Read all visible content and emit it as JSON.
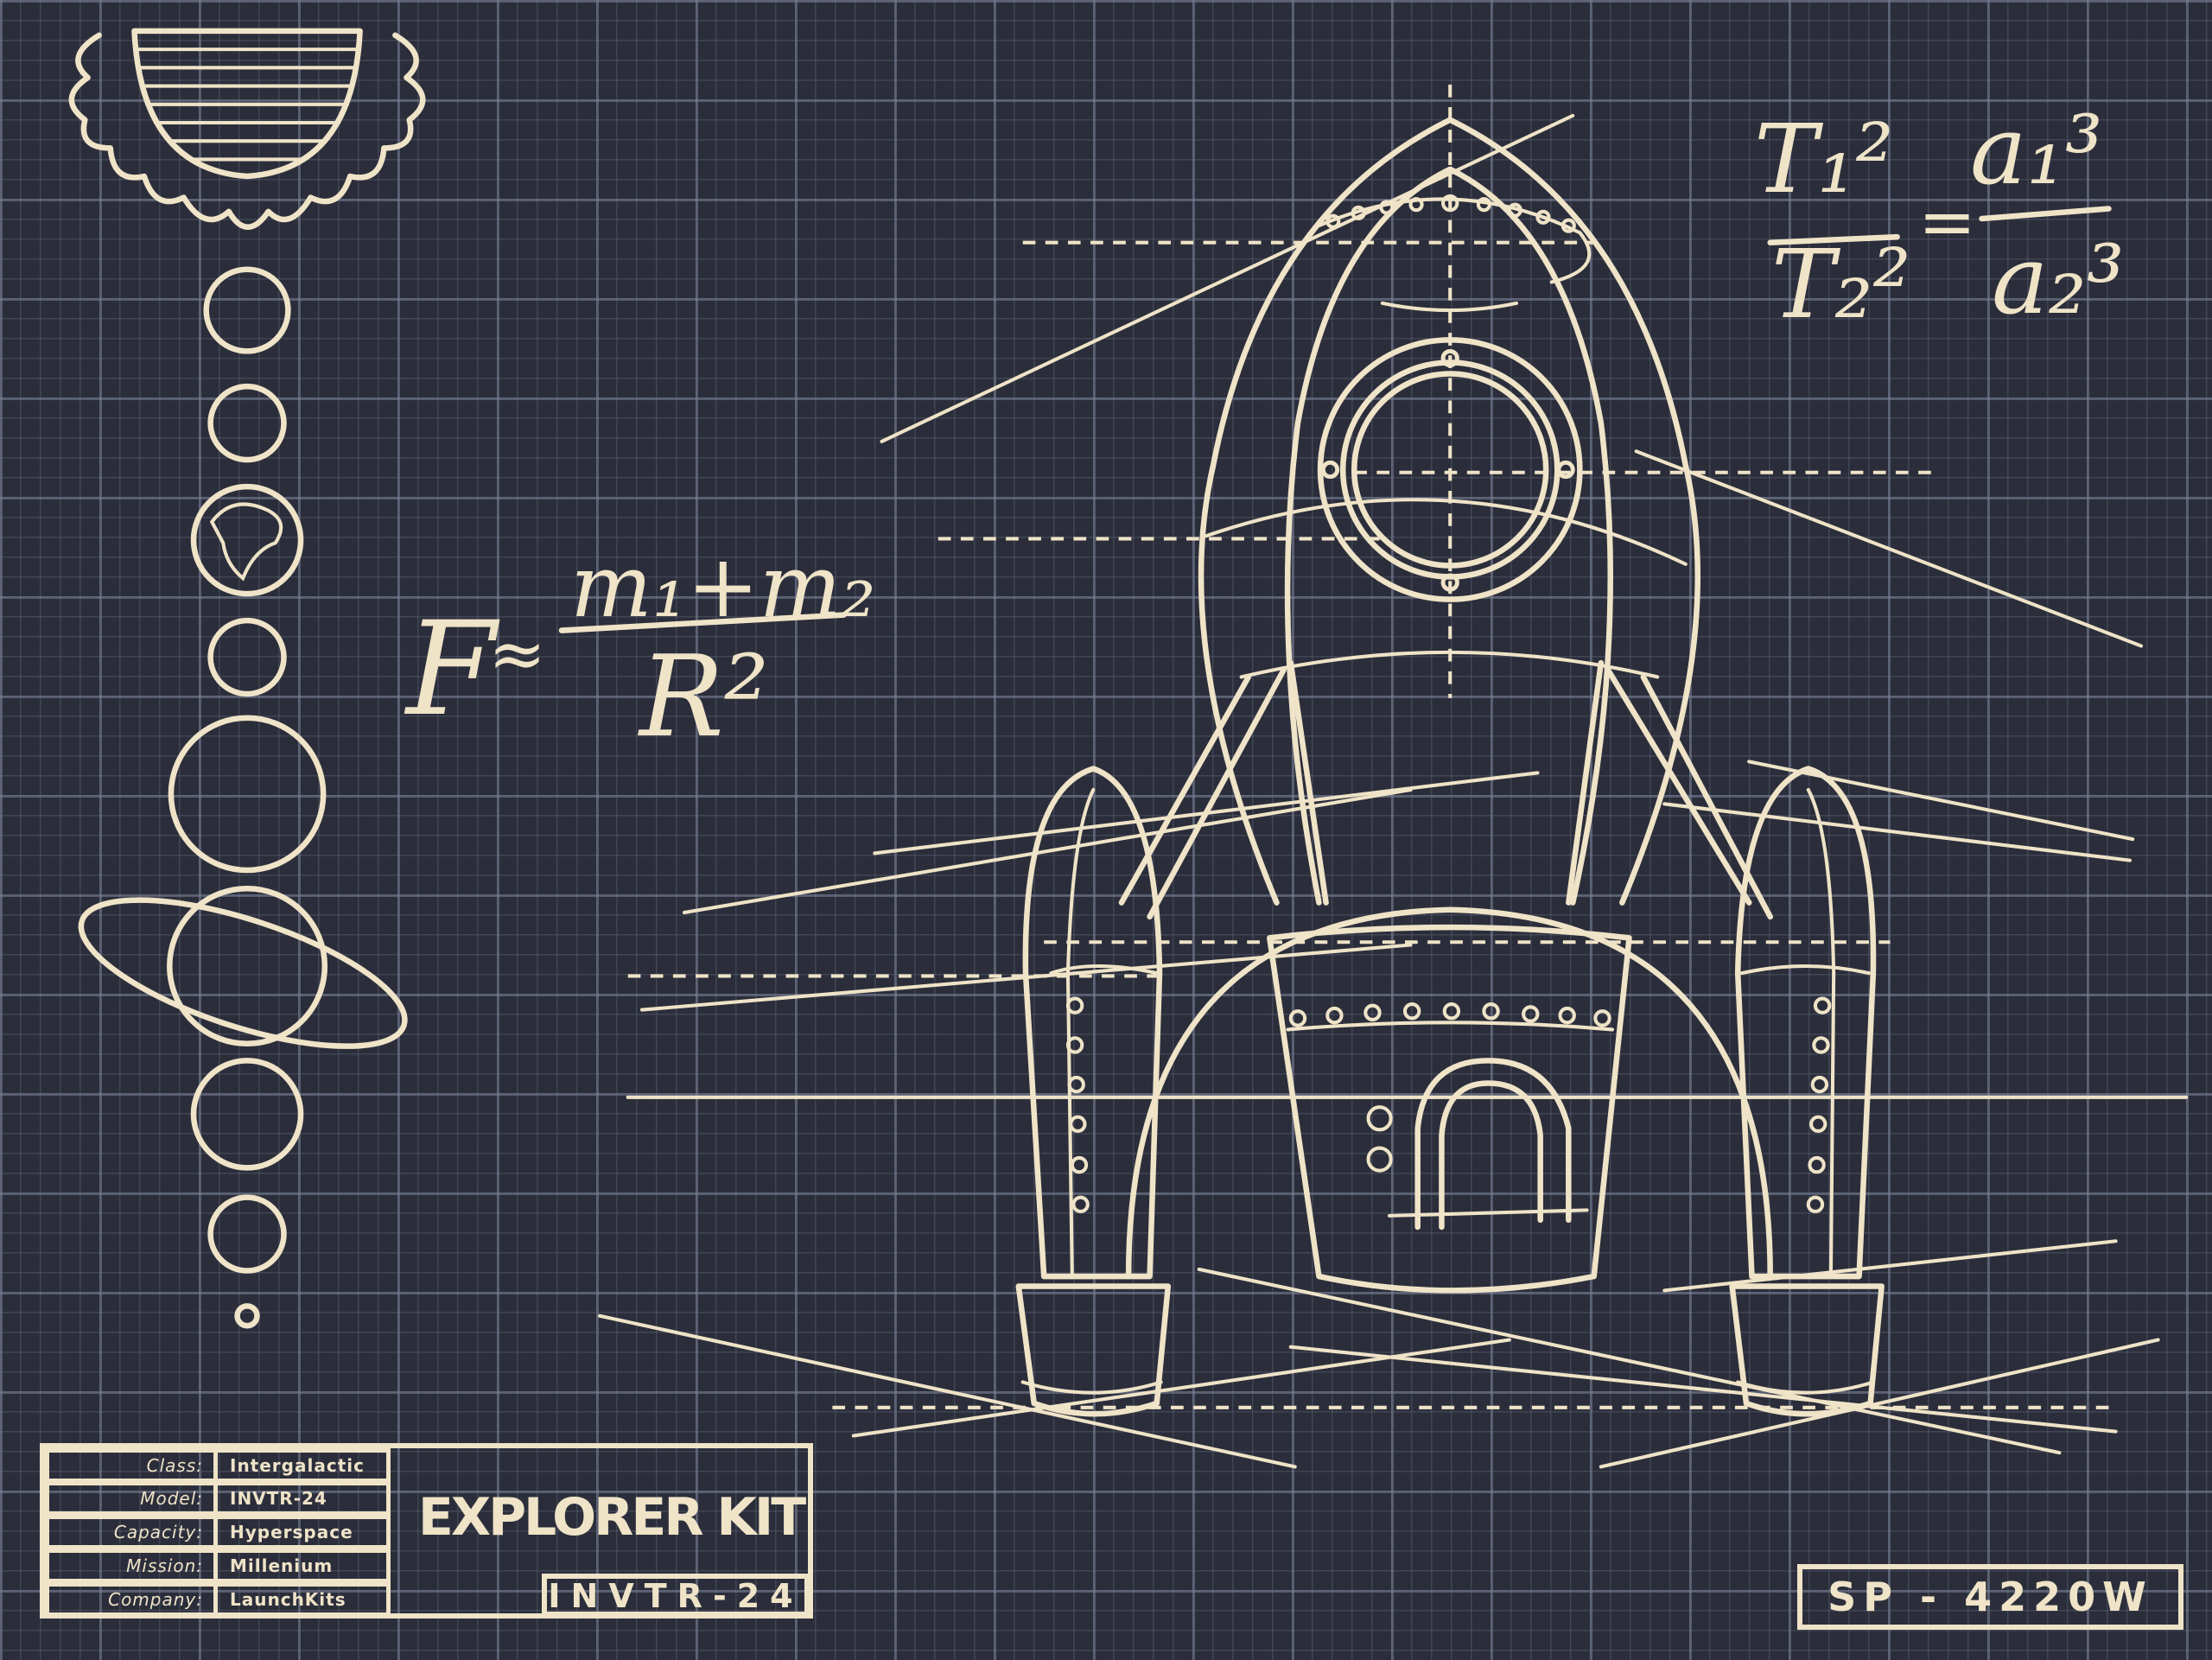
{
  "colors": {
    "background": "#2b2e3a",
    "ink": "#efe3c8",
    "grid": "#787f96"
  },
  "formulas": {
    "gravity": {
      "lhs": "F",
      "approx": "≈",
      "numerator": "m₁+m₂",
      "denominator": "R²"
    },
    "kepler": {
      "num_left": "T₁²",
      "den_left": "T₂²",
      "equals": "=",
      "num_right": "a₁³",
      "den_right": "a₂³"
    }
  },
  "title_block": {
    "rows": [
      {
        "label": "Class:",
        "value": "Intergalactic"
      },
      {
        "label": "Model:",
        "value": "INVTR-24"
      },
      {
        "label": "Capacity:",
        "value": "Hyperspace"
      },
      {
        "label": "Mission:",
        "value": "Millenium"
      },
      {
        "label": "Company:",
        "value": "LaunchKits"
      }
    ],
    "title": "EXPLORER KIT",
    "code": "INVTR-24"
  },
  "serial": "SP - 4220W"
}
